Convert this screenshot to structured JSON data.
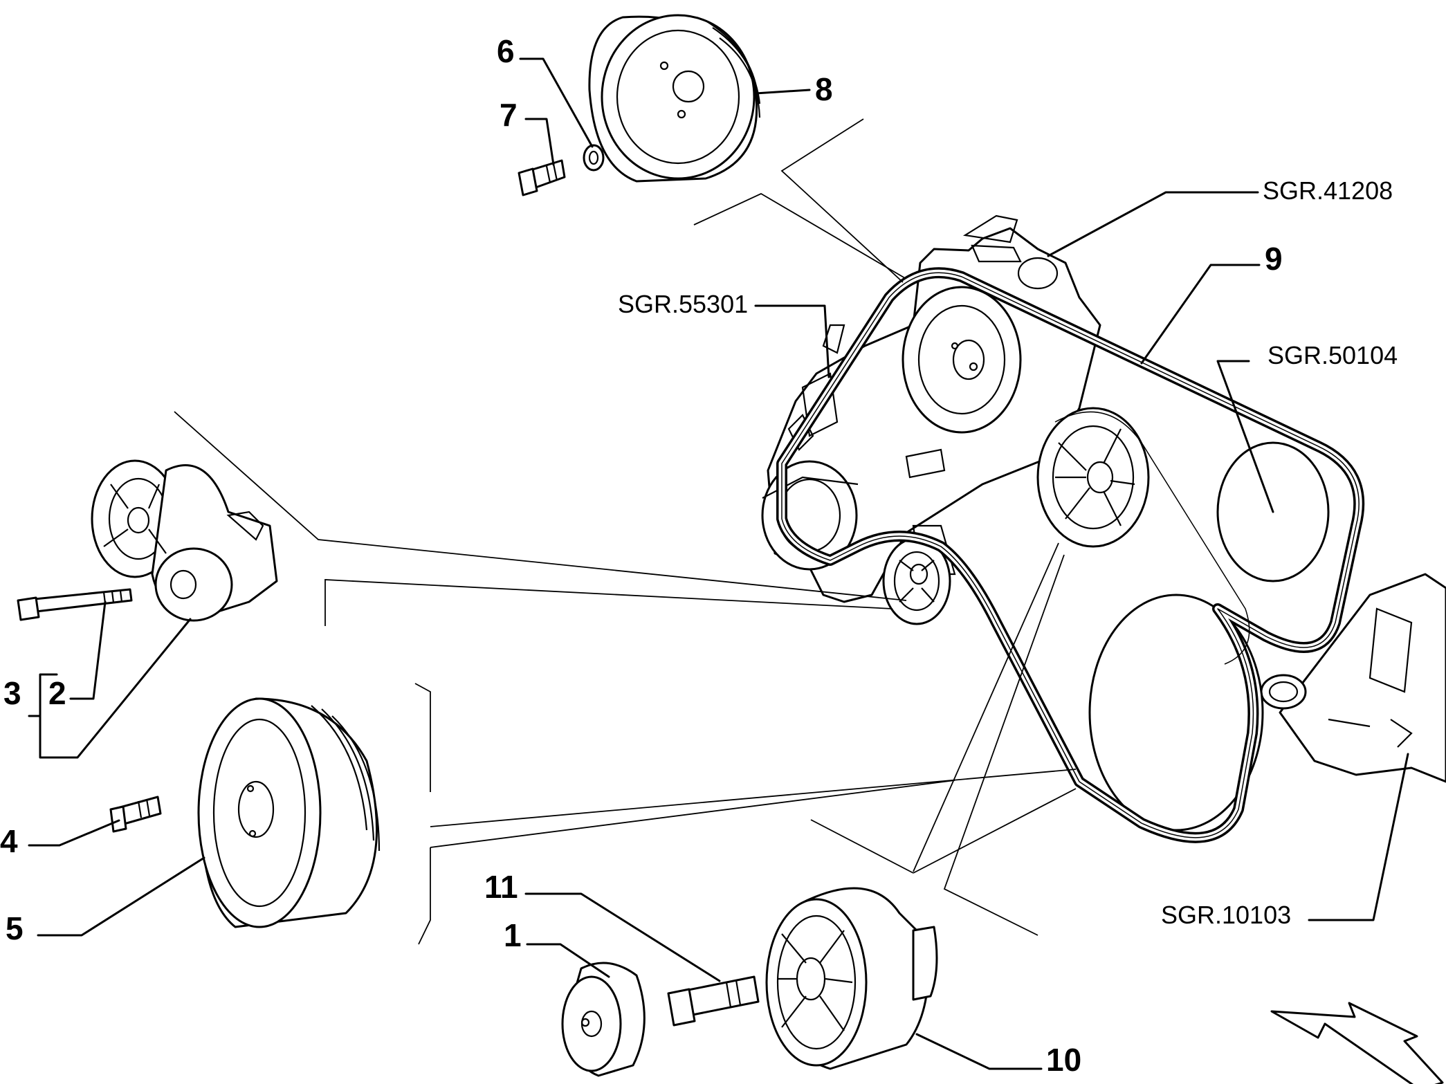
{
  "callouts": {
    "n1": "1",
    "n2": "2",
    "n3": "3",
    "n4": "4",
    "n5": "5",
    "n6": "6",
    "n7": "7",
    "n8": "8",
    "n9": "9",
    "n10": "10",
    "n11": "11"
  },
  "references": {
    "sgr41208": "SGR.41208",
    "sgr55301": "SGR.55301",
    "sgr50104": "SGR.50104",
    "sgr10103": "SGR.10103"
  },
  "icons": {
    "direction_arrow": "direction-arrow-icon"
  }
}
